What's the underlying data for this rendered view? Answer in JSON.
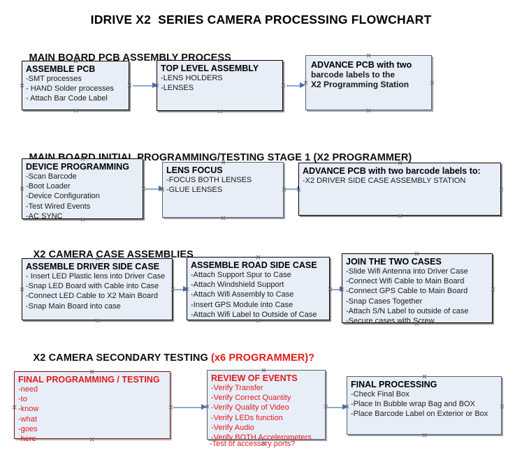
{
  "document": {
    "title": "IDRIVE X2  SERIES CAMERA PROCESSING FLOWCHART"
  },
  "sections": [
    {
      "id": "main-board-pcb-assembly",
      "heading": "MAIN BOARD PCB ASSEMBLY PROCESS",
      "heading_red_suffix": "",
      "boxes": [
        {
          "id": "assemble-pcb",
          "title": "ASSEMBLE PCB",
          "items": [
            "-SMT processes",
            "- HAND Solder processes",
            "- Attach Bar Code Label"
          ]
        },
        {
          "id": "top-level-assembly",
          "title": "TOP LEVEL ASSEMBLY",
          "items": [
            "-LENS HOLDERS",
            "-LENSES"
          ]
        },
        {
          "id": "advance-pcb-programming-station",
          "title": "ADVANCE PCB with two",
          "items": [
            "barcode labels to the",
            " X2 Programming Station"
          ]
        }
      ]
    },
    {
      "id": "main-board-initial-programming",
      "heading": "MAIN BOARD INITIAL PROGRAMMING/TESTING STAGE 1 (X2 PROGRAMMER)",
      "heading_red_suffix": "",
      "boxes": [
        {
          "id": "device-programming",
          "title": "DEVICE PROGRAMMING",
          "items": [
            "-Scan Barcode",
            "-Boot Loader",
            "-Device Configuration",
            "-Test Wired Events",
            "-AC SYNC"
          ]
        },
        {
          "id": "lens-focus",
          "title": "LENS FOCUS",
          "items": [
            "-FOCUS BOTH LENSES",
            "-GLUE LENSES"
          ]
        },
        {
          "id": "advance-pcb-driver-side-station",
          "title": "ADVANCE PCB with two barcode labels to:",
          "items": [
            "-X2 DRIVER  SIDE  CASE  ASSEMBLY STATION"
          ]
        }
      ]
    },
    {
      "id": "x2-camera-case-assemblies",
      "heading": "X2 CAMERA CASE ASSEMBLIES",
      "heading_red_suffix": "",
      "boxes": [
        {
          "id": "assemble-driver-side-case",
          "title": "ASSEMBLE DRIVER SIDE CASE",
          "items": [
            "- Insert LED Plastic lens into Driver Case",
            "-Snap LED Board with Cable into Case",
            "-Connect LED Cable to X2 Main Board",
            "-Snap Main Board into case"
          ]
        },
        {
          "id": "assemble-road-side-case",
          "title": "ASSEMBLE ROAD SIDE CASE",
          "items": [
            "-Attach Support Spur to Case",
            "-Attach Windshield Support",
            "-Attach Wifi Assembly to Case",
            "-Insert GPS Module into Case",
            "-Attach Wifi Label to Outside of Case"
          ]
        },
        {
          "id": "join-the-two-cases",
          "title": "JOIN THE TWO CASES",
          "items": [
            "-Slide Wifi Antenna into Driver Case",
            "-Connect Wifi Cable to Main Board",
            "-Connect GPS Cable to Main Board",
            "-Snap Cases Together",
            "-Attach S/N Label to outside of case",
            "-Secure cases with Screw"
          ]
        }
      ]
    },
    {
      "id": "x2-camera-secondary-testing",
      "heading": "X2 CAMERA SECONDARY TESTING ",
      "heading_red_suffix": "(x6 PROGRAMMER)?",
      "boxes": [
        {
          "id": "final-programming-testing",
          "title": "FINAL PROGRAMMING / TESTING",
          "items": [
            "-need",
            "-to",
            "-know",
            "-what",
            "-goes",
            "-here"
          ]
        },
        {
          "id": "review-of-events",
          "title": "REVIEW OF EVENTS",
          "items": [
            "-Verify Transfer",
            "-Verify Correct Quantity",
            "-Verify Quality of Video",
            "-Verify LEDs function",
            "-Verify Audio",
            "-Verify BOTH Accelerometers"
          ],
          "overflow_item": "-Test of accessory ports?"
        },
        {
          "id": "final-processing",
          "title": "FINAL PROCESSING",
          "items": [
            " -Check Final Box",
            "-Place In Bubble wrap Bag and BOX",
            "-Place Barcode Label on Exterior or Box"
          ]
        }
      ]
    }
  ],
  "colors": {
    "box_fill": "#e8eef8",
    "box_border": "#000000",
    "accent_red": "#e01b1b",
    "arrow_shaft": "#8fa8c4",
    "arrow_head": "#3f6fb5",
    "text": "#1a1a1a"
  }
}
